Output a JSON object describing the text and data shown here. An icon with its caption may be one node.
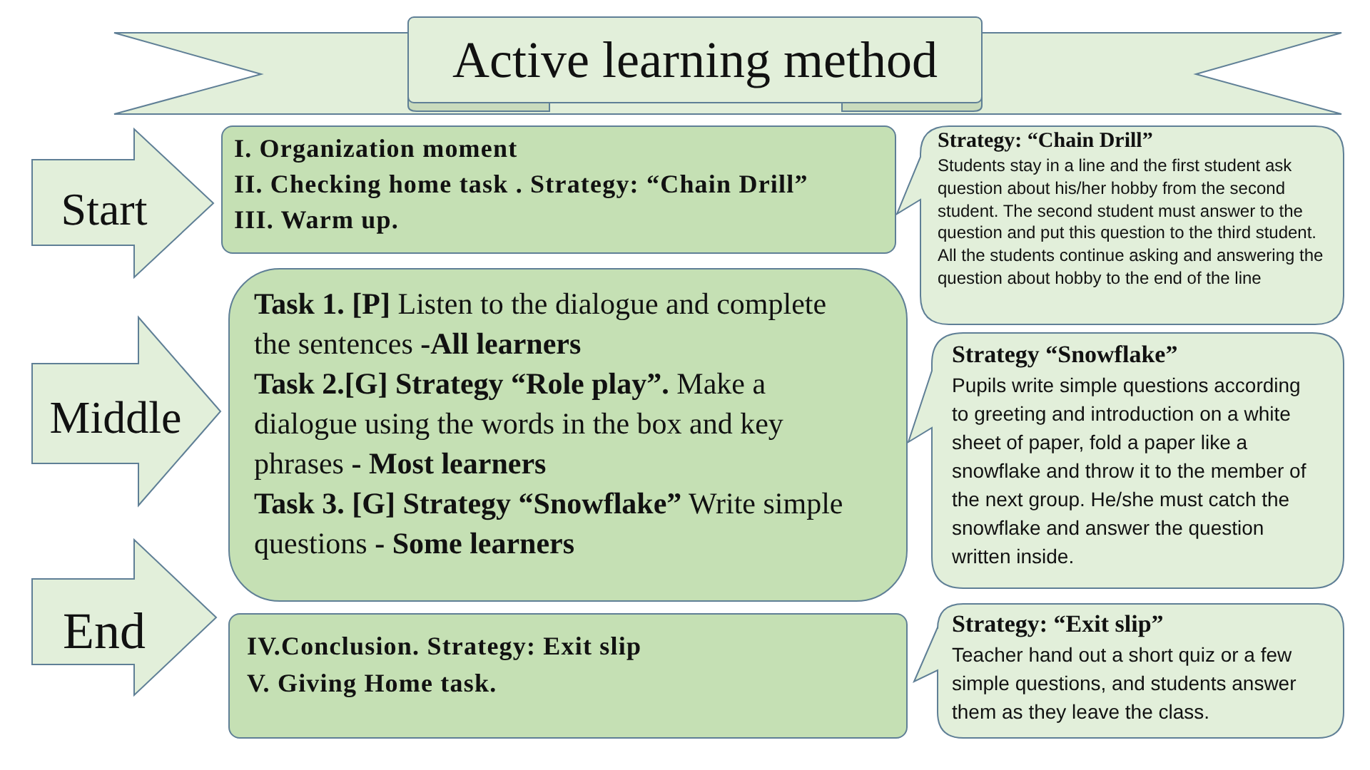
{
  "diagram": {
    "title": "Active learning method",
    "nodes": [
      {
        "text": [
          "Start"
        ]
      },
      {
        "text": [
          "I. Organization moment",
          "II. Checking home task . Strategy: “Chain Drill”",
          "III. Warm up."
        ]
      },
      {
        "text": [
          "Strategy: “Chain Drill”",
          "Students stay in a line and the first student ask question about his/her hobby from the second student. The second student must answer to the question and put this question to the third student. All the students continue asking and answering the question about hobby to the end of the line"
        ]
      },
      {
        "text": [
          "Middle"
        ]
      },
      {
        "text": [
          "**Task 1. [P]** Listen to the dialogue and complete the sentences **-All learners**",
          "**Task 2.[G] Strategy “Role play”.** Make a dialogue using the words in the box and key phrases **- Most learners**",
          "**Task 3. [G] Strategy “Snowflake”** Write simple questions **- Some learners**"
        ]
      },
      {
        "text": [
          "Strategy “Snowflake”",
          "Pupils write simple questions according to greeting and introduction on a white sheet of paper, fold a paper like a snowflake and throw it to the member of the next group. He/she must catch the snowflake and answer the question written inside."
        ]
      },
      {
        "text": [
          "End"
        ]
      },
      {
        "text": [
          "IV.Conclusion. Strategy: Exit slip",
          "V. Giving Home task."
        ]
      },
      {
        "text": [
          "Strategy: “Exit slip”",
          "Teacher hand out a short quiz or a few simple questions, and students answer them as they leave the class."
        ]
      }
    ]
  }
}
